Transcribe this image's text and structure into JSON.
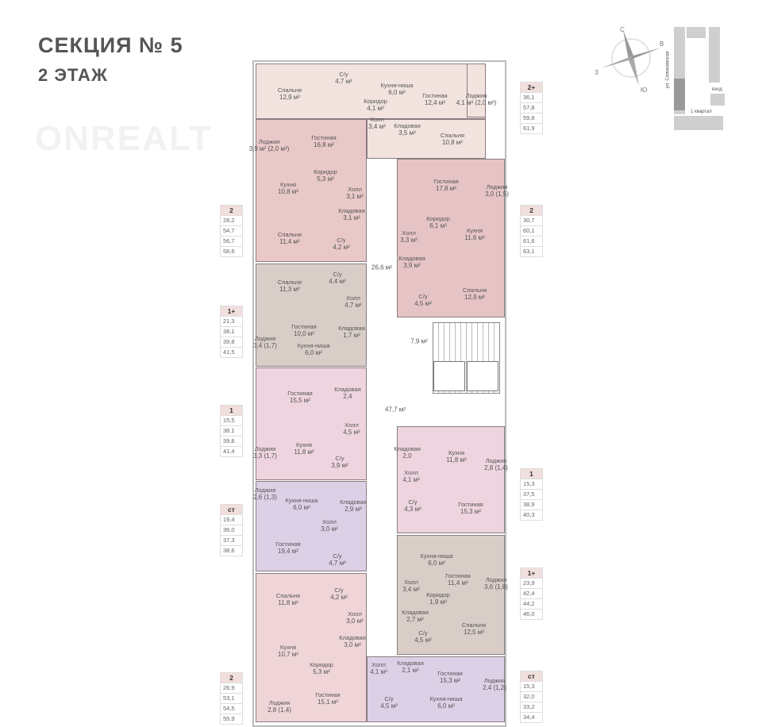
{
  "header": {
    "title": "СЕКЦИЯ № 5",
    "floor": "2 ЭТАЖ"
  },
  "compass": {
    "n": "С",
    "e": "В",
    "w": "З",
    "s": "Ю"
  },
  "minimap": {
    "street": "ул. Соликамская",
    "entrance": "вход",
    "block": "1 квартал"
  },
  "watermark": "ONREALT",
  "central": {
    "corridor_top": "26,6 м²",
    "lobby": "7,9 м²",
    "corridor_main": "47,7 м²"
  },
  "apartments": [
    {
      "type": "2+",
      "color": "#f2e3df",
      "areas": [
        "36,1",
        "57,8",
        "59,8",
        "61,9"
      ],
      "rooms": [
        {
          "name": "Спальня",
          "area": "12,9 м²"
        },
        {
          "name": "С/у",
          "area": "4,7 м²"
        },
        {
          "name": "Кухня-ниша",
          "area": "6,0 м²"
        },
        {
          "name": "Коридор",
          "area": "4,1 м²"
        },
        {
          "name": "Гостиная",
          "area": "12,4 м²"
        },
        {
          "name": "Лоджия",
          "area": "4,1 м² (2,0 м²)"
        },
        {
          "name": "Холл",
          "area": "3,4 м²"
        },
        {
          "name": "Кладовая",
          "area": "3,5 м²"
        },
        {
          "name": "Спальня",
          "area": "10,8 м²"
        }
      ]
    },
    {
      "type": "2",
      "color": "#e9c8c8",
      "areas": [
        "28,2",
        "54,7",
        "56,7",
        "58,6"
      ],
      "rooms": [
        {
          "name": "Лоджия",
          "area": "3,9 м² (2,0 м²)"
        },
        {
          "name": "Гостиная",
          "area": "16,8 м²"
        },
        {
          "name": "Кухня",
          "area": "10,8 м²"
        },
        {
          "name": "Коридор",
          "area": "5,3 м²"
        },
        {
          "name": "Холл",
          "area": "3,1 м²"
        },
        {
          "name": "Кладовая",
          "area": "3,1 м²"
        },
        {
          "name": "Спальня",
          "area": "11,4 м²"
        },
        {
          "name": "С/у",
          "area": "4,2 м²"
        }
      ]
    },
    {
      "type": "1+",
      "color": "#d9cdc8",
      "areas": [
        "21,3",
        "38,1",
        "39,8",
        "41,5"
      ],
      "rooms": [
        {
          "name": "Спальня",
          "area": "11,3 м²"
        },
        {
          "name": "С/у",
          "area": "4,4 м²"
        },
        {
          "name": "Холл",
          "area": "4,7 м²"
        },
        {
          "name": "Лоджия",
          "area": "3,4 (1,7)"
        },
        {
          "name": "Гостиная",
          "area": "10,0 м²"
        },
        {
          "name": "Кухня-ниша",
          "area": "6,0 м²"
        },
        {
          "name": "Кладовая",
          "area": "1,7 м²"
        }
      ]
    },
    {
      "type": "1",
      "color": "#edd4df",
      "areas": [
        "15,5",
        "38,1",
        "39,8",
        "41,4"
      ],
      "rooms": [
        {
          "name": "Гостиная",
          "area": "15,5 м²"
        },
        {
          "name": "Кладовая",
          "area": "2,4"
        },
        {
          "name": "Холл",
          "area": "4,5 м²"
        },
        {
          "name": "Лоджия",
          "area": "3,3 (1,7)"
        },
        {
          "name": "Кухня",
          "area": "11,8 м²"
        },
        {
          "name": "С/у",
          "area": "3,9 м²"
        }
      ]
    },
    {
      "type": "ст",
      "color": "#dcd0e6",
      "areas": [
        "19,4",
        "36,0",
        "37,3",
        "38,6"
      ],
      "rooms": [
        {
          "name": "Лоджия",
          "area": "2,6 (1,3)"
        },
        {
          "name": "Кухня-ниша",
          "area": "6,0 м²"
        },
        {
          "name": "Кладовая",
          "area": "2,9 м²"
        },
        {
          "name": "Холл",
          "area": "3,0 м²"
        },
        {
          "name": "Гостиная",
          "area": "19,4 м²"
        },
        {
          "name": "С/у",
          "area": "4,7 м²"
        }
      ]
    },
    {
      "type": "2",
      "color": "#efd5d7",
      "areas": [
        "26,9",
        "53,1",
        "54,5",
        "55,9"
      ],
      "rooms": [
        {
          "name": "Спальня",
          "area": "11,8 м²"
        },
        {
          "name": "С/у",
          "area": "4,2 м²"
        },
        {
          "name": "Холл",
          "area": "3,0 м²"
        },
        {
          "name": "Кухня",
          "area": "10,7 м²"
        },
        {
          "name": "Кладовая",
          "area": "3,0 м²"
        },
        {
          "name": "Коридор",
          "area": "5,3 м²"
        },
        {
          "name": "Лоджия",
          "area": "2,8 (1,4)"
        },
        {
          "name": "Гостиная",
          "area": "15,1 м²"
        }
      ]
    },
    {
      "type": "2",
      "color": "#e6c4c5",
      "areas": [
        "30,7",
        "60,1",
        "61,6",
        "63,1"
      ],
      "rooms": [
        {
          "name": "Гостиная",
          "area": "17,8 м²"
        },
        {
          "name": "Лоджия",
          "area": "3,0 (1,5)"
        },
        {
          "name": "Коридор",
          "area": "6,1 м²"
        },
        {
          "name": "Холл",
          "area": "3,3 м²"
        },
        {
          "name": "Кухня",
          "area": "11,6 м²"
        },
        {
          "name": "Кладовая",
          "area": "3,9 м²"
        },
        {
          "name": "С/у",
          "area": "4,5 м²"
        },
        {
          "name": "Спальня",
          "area": "12,9 м²"
        }
      ]
    },
    {
      "type": "1",
      "color": "#edd4df",
      "areas": [
        "15,3",
        "37,5",
        "38,9",
        "40,3"
      ],
      "rooms": [
        {
          "name": "Кладовая",
          "area": "2,0"
        },
        {
          "name": "Кухня",
          "area": "11,8 м²"
        },
        {
          "name": "Лоджия",
          "area": "2,8 (1,4)"
        },
        {
          "name": "Холл",
          "area": "4,1 м²"
        },
        {
          "name": "С/у",
          "area": "4,3 м²"
        },
        {
          "name": "Гостиная",
          "area": "15,3 м²"
        }
      ]
    },
    {
      "type": "1+",
      "color": "#d9cdc8",
      "areas": [
        "23,9",
        "42,4",
        "44,2",
        "46,0"
      ],
      "rooms": [
        {
          "name": "Кухня-ниша",
          "area": "6,0 м²"
        },
        {
          "name": "Лоджия",
          "area": "3,6 (1,8)"
        },
        {
          "name": "Холл",
          "area": "3,4 м²"
        },
        {
          "name": "Гостиная",
          "area": "11,4 м²"
        },
        {
          "name": "Коридор",
          "area": "1,9 м²"
        },
        {
          "name": "Кладовая",
          "area": "2,7 м²"
        },
        {
          "name": "С/у",
          "area": "4,5 м²"
        },
        {
          "name": "Спальня",
          "area": "12,5 м²"
        }
      ]
    },
    {
      "type": "ст",
      "color": "#dcd0e6",
      "areas": [
        "15,3",
        "32,0",
        "33,2",
        "34,4"
      ],
      "rooms": [
        {
          "name": "Холл",
          "area": "4,1 м²"
        },
        {
          "name": "Кладовая",
          "area": "2,1 м²"
        },
        {
          "name": "Гостиная",
          "area": "15,3 м²"
        },
        {
          "name": "Лоджия",
          "area": "2,4 (1,2)"
        },
        {
          "name": "С/у",
          "area": "4,5 м²"
        },
        {
          "name": "Кухня-ниша",
          "area": "6,0 м²"
        }
      ]
    }
  ]
}
